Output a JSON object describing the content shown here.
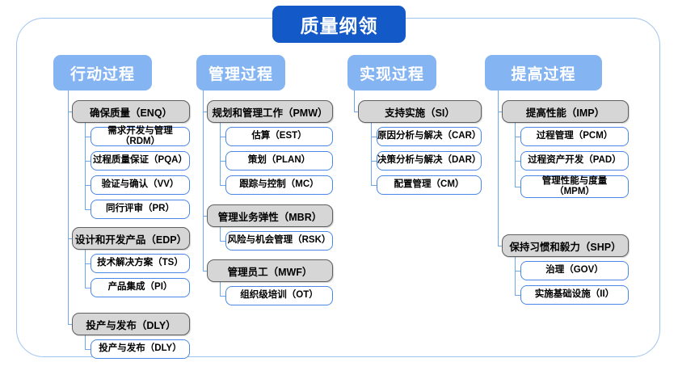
{
  "diagram": {
    "root": {
      "label": "质量纲领"
    },
    "columns": [
      {
        "header": "行动过程",
        "groups": [
          {
            "label": "确保质量（ENQ）",
            "items": [
              "需求开发与管理（RDM）",
              "过程质量保证（PQA）",
              "验证与确认（VV）",
              "同行评审（PR）"
            ]
          },
          {
            "label": "设计和开发产品（EDP）",
            "items": [
              "技术解决方案（TS）",
              "产品集成（PI）"
            ]
          },
          {
            "label": "投产与发布（DLY）",
            "items": [
              "投产与发布（DLY）"
            ]
          }
        ]
      },
      {
        "header": "管理过程",
        "groups": [
          {
            "label": "规划和管理工作（PMW）",
            "items": [
              "估算（EST）",
              "策划（PLAN）",
              "跟踪与控制（MC）"
            ]
          },
          {
            "label": "管理业务弹性（MBR）",
            "items": [
              "风险与机会管理（RSK）"
            ]
          },
          {
            "label": "管理员工（MWF）",
            "items": [
              "组织级培训（OT）"
            ]
          }
        ]
      },
      {
        "header": "实现过程",
        "groups": [
          {
            "label": "支持实施（SI）",
            "items": [
              "原因分析与解决（CAR）",
              "决策分析与解决（DAR）",
              "配置管理（CM）"
            ]
          }
        ]
      },
      {
        "header": "提高过程",
        "groups": [
          {
            "label": "提高性能（IMP）",
            "items": [
              "过程管理（PCM）",
              "过程资产开发（PAD）",
              "管理性能与度量（MPM）"
            ]
          },
          {
            "label": "保持习惯和毅力（SHP）",
            "items": [
              "治理（GOV）",
              "实施基础设施（II）"
            ]
          }
        ]
      }
    ],
    "colors": {
      "root_fill": "#1459c8",
      "column_header_fill": "#85b4f2",
      "group_fill": "#d6d6d6",
      "group_border": "#5f5f5f",
      "leaf_border": "#4a86e8",
      "connector": "#6fa8e8",
      "frame_border": "#9fc3ef"
    }
  }
}
